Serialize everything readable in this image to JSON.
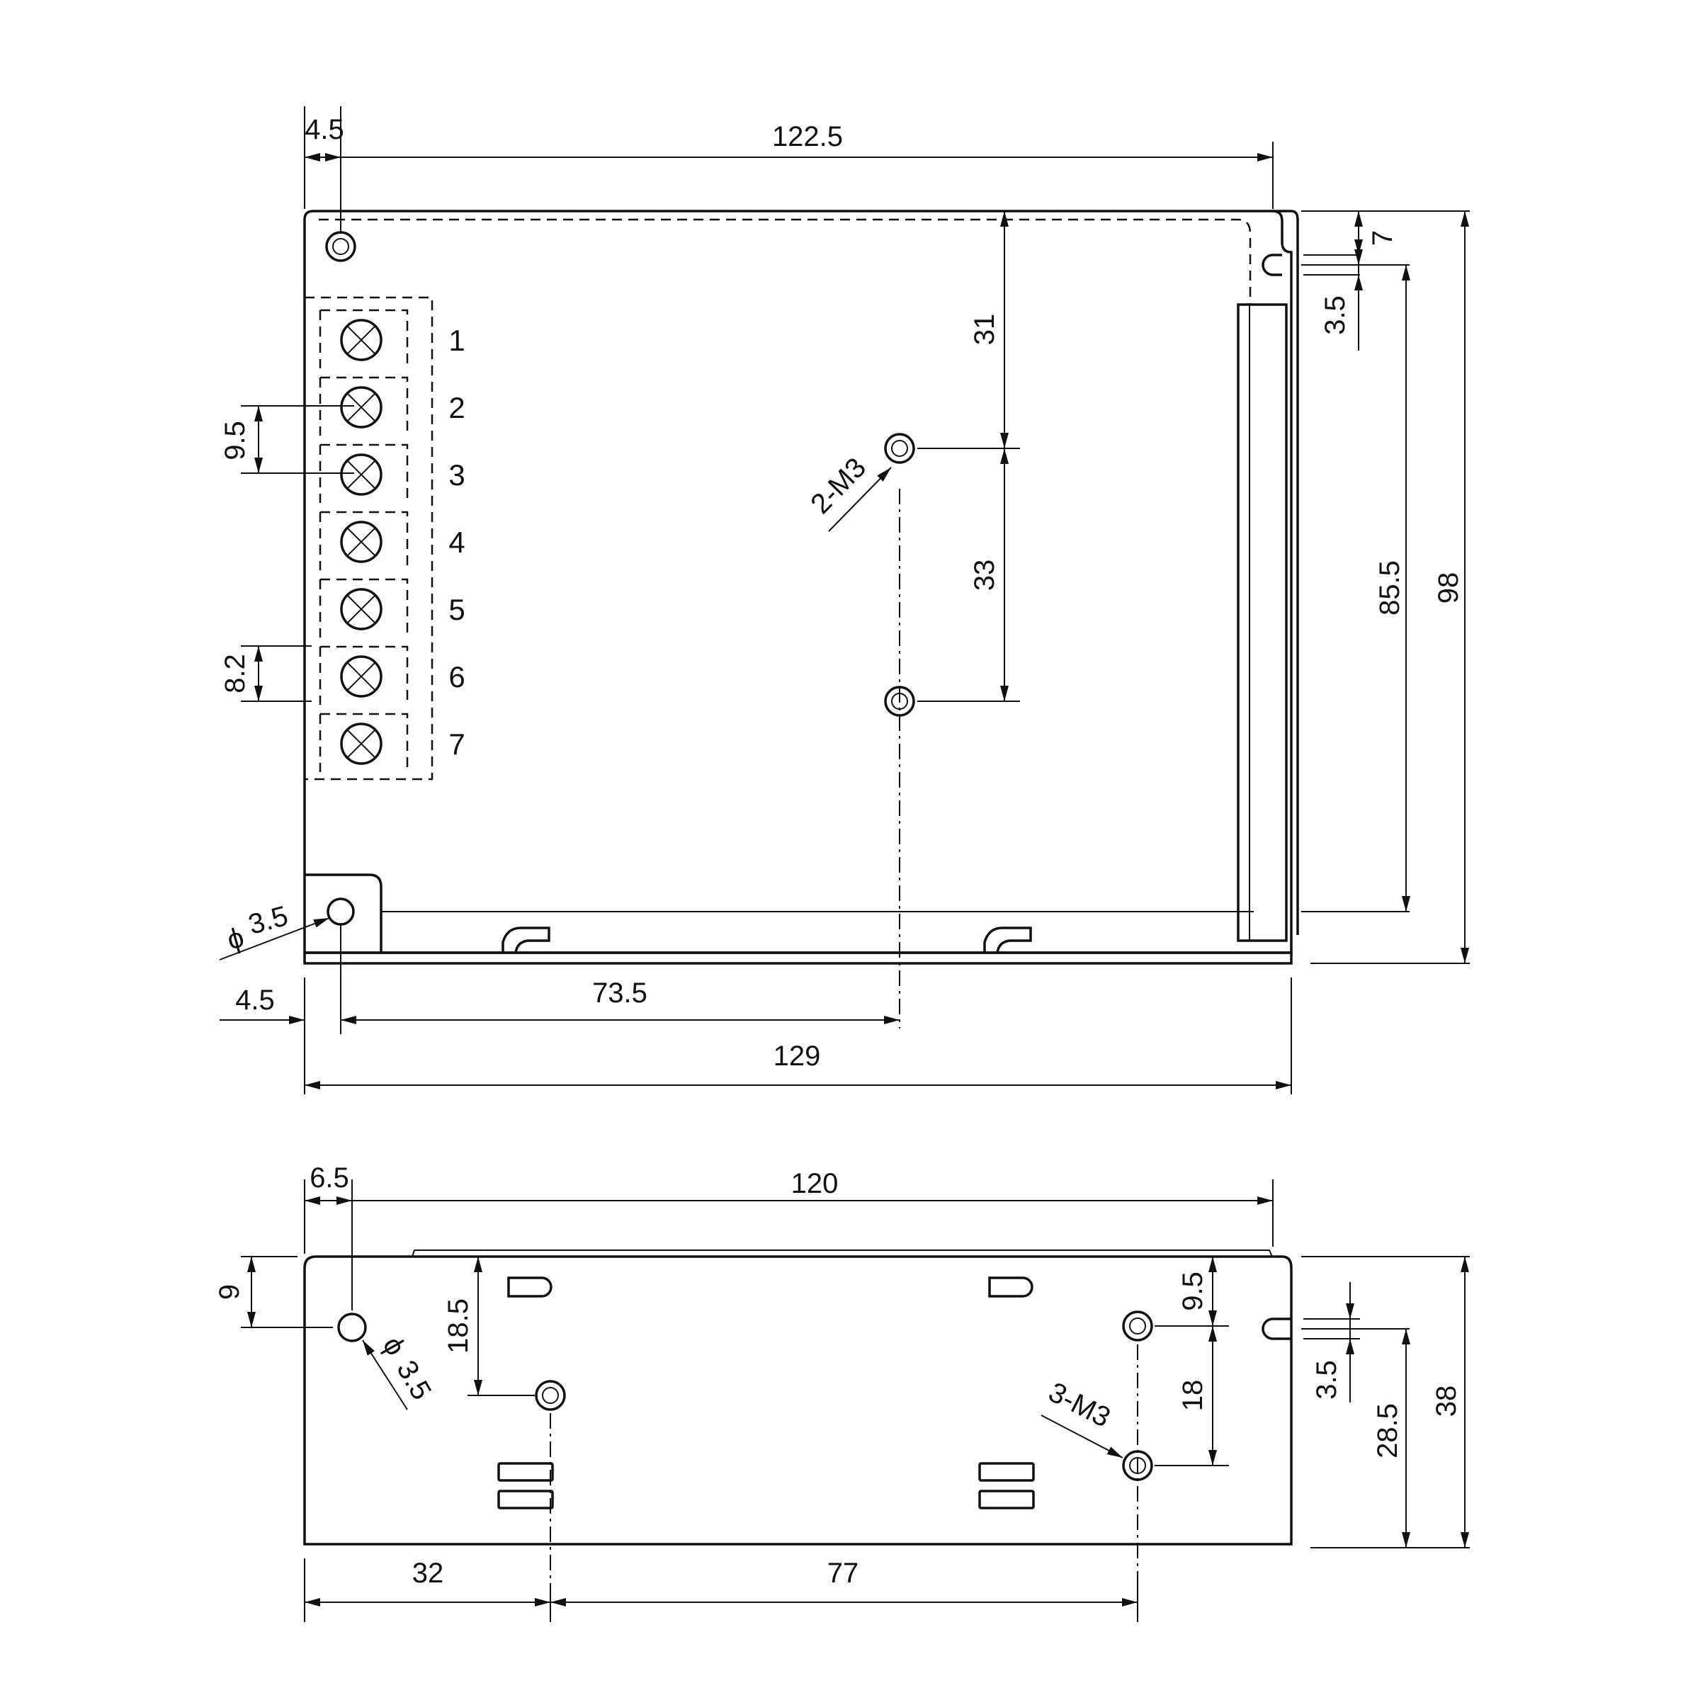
{
  "top_view": {
    "dims": {
      "left_offset_top": "4.5",
      "top_width": "122.5",
      "tab_offset": "7",
      "slot_width": "3.5",
      "hole_spacing_upper": "31",
      "hole_spacing_lower": "33",
      "height_inner": "85.5",
      "height_total": "98",
      "pitch_a": "9.5",
      "pitch_b": "8.2",
      "hole_dia": "3.5",
      "dia_symbol": "ϕ",
      "left_offset_bottom": "4.5",
      "hole_x": "73.5",
      "total_width": "129"
    },
    "callout": "2-M3",
    "terminals": [
      "1",
      "2",
      "3",
      "4",
      "5",
      "6",
      "7"
    ]
  },
  "side_view": {
    "dims": {
      "left_offset": "6.5",
      "width": "120",
      "hole_drop": "9",
      "hole_dia": "3.5",
      "dia_symbol": "ϕ",
      "left_hole_height": "18.5",
      "right_top": "9.5",
      "right_spacing": "18",
      "slot_width": "3.5",
      "height_inner": "28.5",
      "height_total": "38",
      "dist_left": "32",
      "dist_mid": "77"
    },
    "callout": "3-M3"
  }
}
